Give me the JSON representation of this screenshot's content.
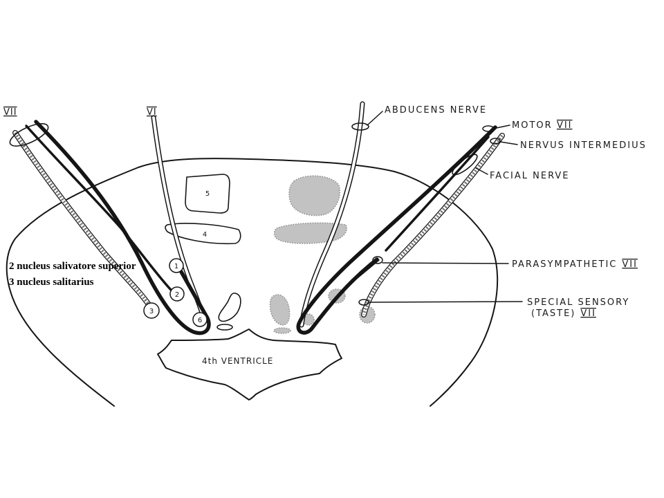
{
  "diagram": {
    "left_nerve_labels": {
      "facial": "VII",
      "abducens": "VI"
    },
    "callouts": {
      "abducens_nerve": "ABDUCENS NERVE",
      "motor": {
        "word": "MOTOR",
        "numeral": "VII"
      },
      "nervus_intermedius": "NERVUS INTERMEDIUS",
      "facial_nerve": "FACIAL NERVE",
      "parasympathetic": {
        "word": "PARASYMPATHETIC",
        "numeral": "VII"
      },
      "special_sensory": {
        "line1": "SPECIAL SENSORY",
        "word2": "(TASTE)",
        "numeral": "VII"
      }
    },
    "nuclei": {
      "n1": "1",
      "n2": "2",
      "n3": "3",
      "n4": "4",
      "n5": "5",
      "n6": "6"
    },
    "ventricle": "4th VENTRICLE"
  },
  "annotations": [
    "2 nucleus salivatore superior",
    "3 nucleus salitarius"
  ],
  "colors": {
    "ink": "#151515",
    "stipple": "#c2c2c2",
    "background": "#ffffff"
  }
}
